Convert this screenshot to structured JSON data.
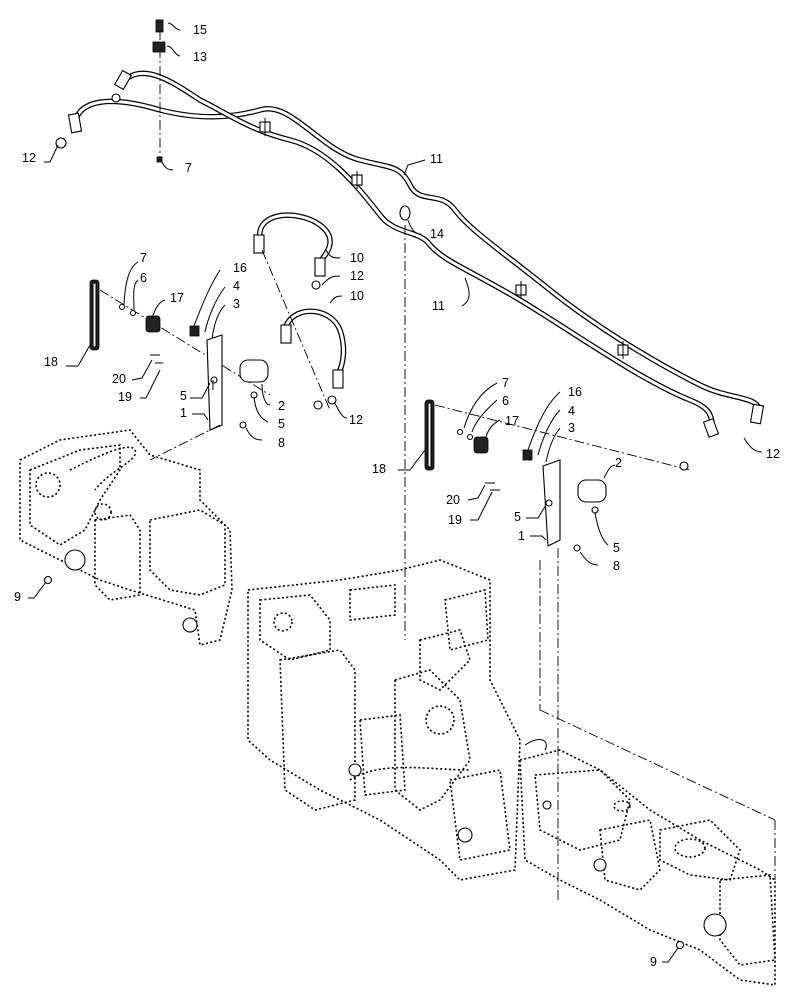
{
  "callouts": [
    {
      "id": "c15",
      "text": "15"
    },
    {
      "id": "c13",
      "text": "13"
    },
    {
      "id": "c12a",
      "text": "12"
    },
    {
      "id": "c7a",
      "text": "7"
    },
    {
      "id": "c11a",
      "text": "11"
    },
    {
      "id": "c14",
      "text": "14"
    },
    {
      "id": "c10a",
      "text": "10"
    },
    {
      "id": "c12b",
      "text": "12"
    },
    {
      "id": "c10b",
      "text": "10"
    },
    {
      "id": "c11b",
      "text": "11"
    },
    {
      "id": "c7b",
      "text": "7"
    },
    {
      "id": "c6a",
      "text": "6"
    },
    {
      "id": "c17a",
      "text": "17"
    },
    {
      "id": "c16a",
      "text": "16"
    },
    {
      "id": "c4a",
      "text": "4"
    },
    {
      "id": "c3a",
      "text": "3"
    },
    {
      "id": "c18a",
      "text": "18"
    },
    {
      "id": "c20a",
      "text": "20"
    },
    {
      "id": "c19a",
      "text": "19"
    },
    {
      "id": "c5a",
      "text": "5"
    },
    {
      "id": "c1a",
      "text": "1"
    },
    {
      "id": "c2a",
      "text": "2"
    },
    {
      "id": "c5b",
      "text": "5"
    },
    {
      "id": "c8a",
      "text": "8"
    },
    {
      "id": "c12c",
      "text": "12"
    },
    {
      "id": "c7c",
      "text": "7"
    },
    {
      "id": "c6b",
      "text": "6"
    },
    {
      "id": "c17b",
      "text": "17"
    },
    {
      "id": "c16b",
      "text": "16"
    },
    {
      "id": "c4b",
      "text": "4"
    },
    {
      "id": "c3b",
      "text": "3"
    },
    {
      "id": "c18b",
      "text": "18"
    },
    {
      "id": "c20b",
      "text": "20"
    },
    {
      "id": "c19b",
      "text": "19"
    },
    {
      "id": "c5c",
      "text": "5"
    },
    {
      "id": "c1b",
      "text": "1"
    },
    {
      "id": "c2b",
      "text": "2"
    },
    {
      "id": "c5d",
      "text": "5"
    },
    {
      "id": "c8b",
      "text": "8"
    },
    {
      "id": "c12d",
      "text": "12"
    },
    {
      "id": "c9a",
      "text": "9"
    },
    {
      "id": "c9b",
      "text": "9"
    }
  ]
}
